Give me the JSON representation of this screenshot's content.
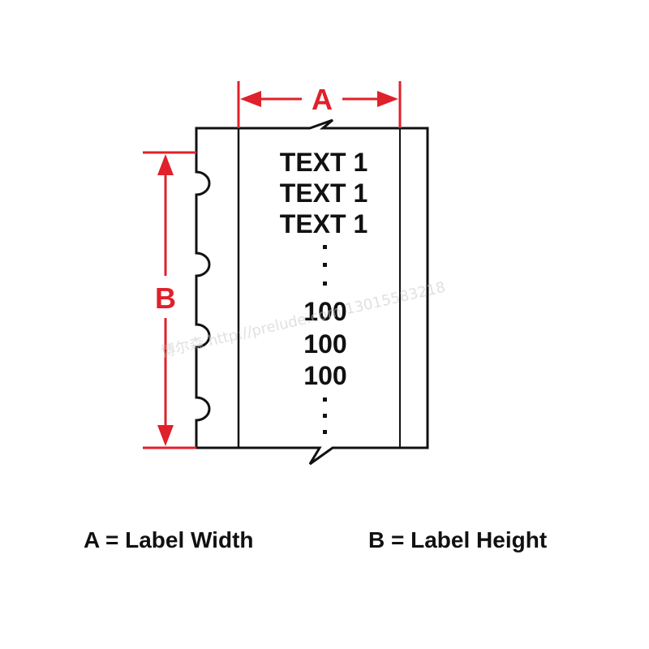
{
  "dimensions": {
    "width_letter": "A",
    "height_letter": "B"
  },
  "label_lines": {
    "text_lines": [
      "TEXT 1",
      "TEXT 1",
      "TEXT 1"
    ],
    "number_lines": [
      "100",
      "100",
      "100"
    ]
  },
  "legend": {
    "width": "A = Label Width",
    "height": "B = Label Height"
  },
  "watermark": "博尔森 http://prelude.com 13015583218",
  "colors": {
    "dimension": "#e0202a",
    "outline": "#111111",
    "background": "#ffffff"
  }
}
